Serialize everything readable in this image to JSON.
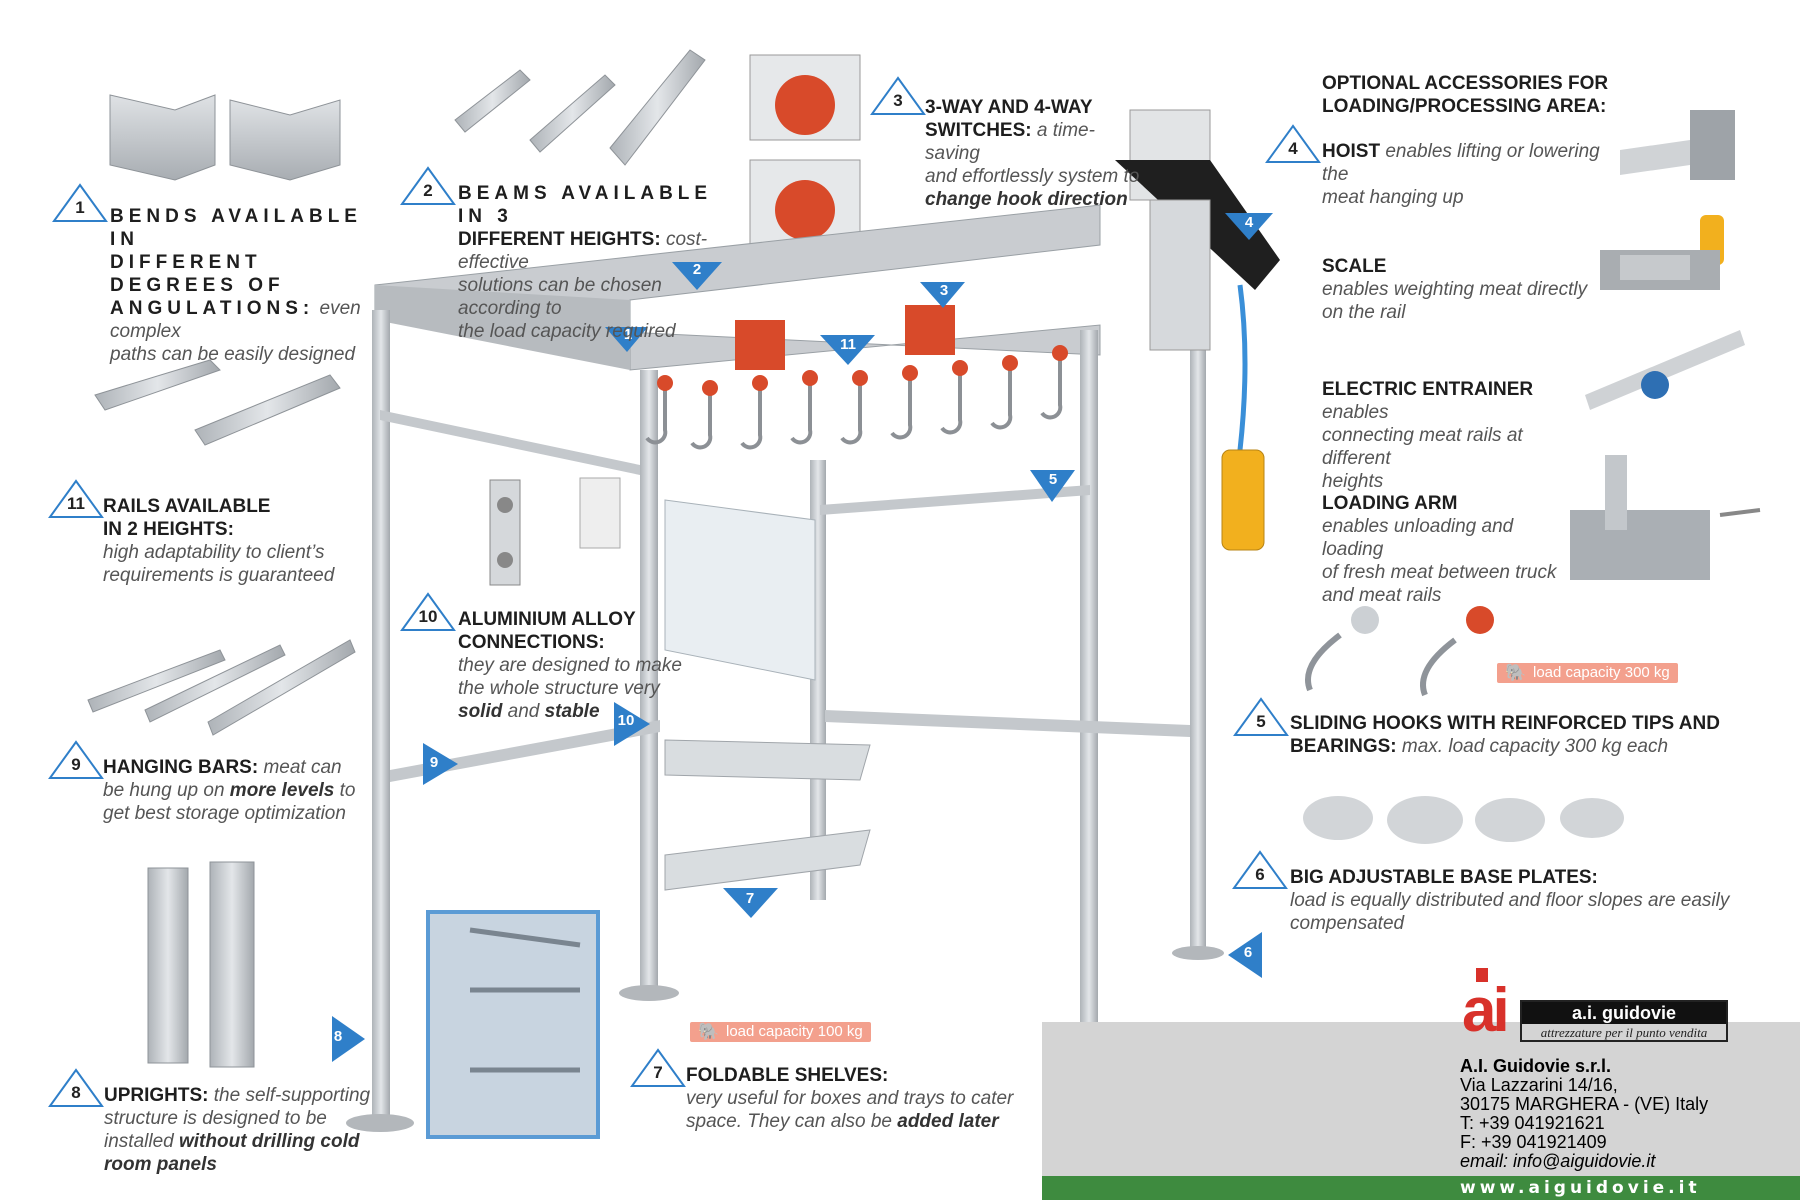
{
  "features": {
    "f1": {
      "num": "1",
      "line1": "BENDS AVAILABLE IN",
      "line2": "DIFFERENT DEGREES OF",
      "line3": "ANGULATIONS:",
      "desc1": " even complex",
      "desc2": "paths can be easily designed"
    },
    "f2": {
      "num": "2",
      "line1": "BEAMS AVAILABLE IN 3",
      "line2": "DIFFERENT HEIGHTS:",
      "desc1": " cost-effective",
      "desc2": "solutions can be chosen according to",
      "desc3": "the load capacity required"
    },
    "f3": {
      "num": "3",
      "line1": "3-WAY AND 4-WAY",
      "line2": "SWITCHES:",
      "desc1": " a time-saving",
      "desc2": "and effortlessly system to",
      "bold": "change hook direction"
    },
    "f4": {
      "num": "4",
      "title": "HOIST",
      "desc1": " enables lifting or lowering the",
      "desc2": "meat hanging up"
    },
    "f5": {
      "num": "5",
      "line1": "SLIDING HOOKS WITH REINFORCED TIPS AND",
      "line2": "BEARINGS:",
      "desc1": " max. load capacity 300 kg each",
      "cap": "load capacity 300 kg"
    },
    "f6": {
      "num": "6",
      "line1": "BIG ADJUSTABLE BASE PLATES:",
      "desc1": "load is equally distributed and floor slopes are easily",
      "desc2": "compensated"
    },
    "f7": {
      "num": "7",
      "line1": "FOLDABLE SHELVES:",
      "desc1": "very useful for boxes and trays to cater",
      "desc2": "space. They can also be ",
      "bold": "added later",
      "cap": "load capacity 100 kg"
    },
    "f8": {
      "num": "8",
      "line1": "UPRIGHTS:",
      "desc1": " the self-supporting",
      "desc2": "structure is designed to be",
      "desc3": "installed ",
      "bold1": "without drilling cold",
      "bold2": "room panels"
    },
    "f9": {
      "num": "9",
      "line1": "HANGING BARS:",
      "desc1": " meat can",
      "desc2": "be hung up on ",
      "bold": "more levels",
      "desc3": " to",
      "desc4": "get best storage optimization"
    },
    "f10": {
      "num": "10",
      "line1": "ALUMINIUM ALLOY",
      "line2": "CONNECTIONS:",
      "desc1": "they are designed to make",
      "desc2": "the whole structure very",
      "bold1": "solid",
      "mid": " and ",
      "bold2": "stable"
    },
    "f11": {
      "num": "11",
      "line1": "RAILS AVAILABLE",
      "line2": "IN 2 HEIGHTS:",
      "desc1": "high adaptability to client’s",
      "desc2": "requirements is guaranteed"
    }
  },
  "accessories": {
    "heading1": "OPTIONAL ACCESSORIES FOR",
    "heading2": "LOADING/PROCESSING AREA:",
    "scale": {
      "title": "SCALE",
      "desc1": "enables weighting meat directly",
      "desc2": "on the rail"
    },
    "entrainer": {
      "title": "ELECTRIC ENTRAINER",
      "desc1": " enables",
      "desc2": "connecting meat rails at different",
      "desc3": "heights"
    },
    "arm": {
      "title": "LOADING ARM",
      "desc1": "enables unloading and loading",
      "desc2": "of fresh meat between truck",
      "desc3": "and meat rails"
    }
  },
  "company": {
    "logo_letters": "ai",
    "brand": "a.i. guidovie",
    "tagline": "attrezzature per il punto vendita",
    "name": "A.I. Guidovie s.r.l.",
    "street": "Via Lazzarini 14/16,",
    "city": "30175 MARGHERA - (VE) Italy",
    "phone": "T: +39 041921621",
    "fax": "F: +39 041921409",
    "email": "email: info@aiguidovie.it",
    "url": "www.aiguidovie.it"
  },
  "colors": {
    "accent": "#2f7fc9",
    "grey": "#c9ccd0",
    "red": "#d84a2a",
    "green": "#3e8b3f",
    "yellow": "#f2b01e"
  }
}
